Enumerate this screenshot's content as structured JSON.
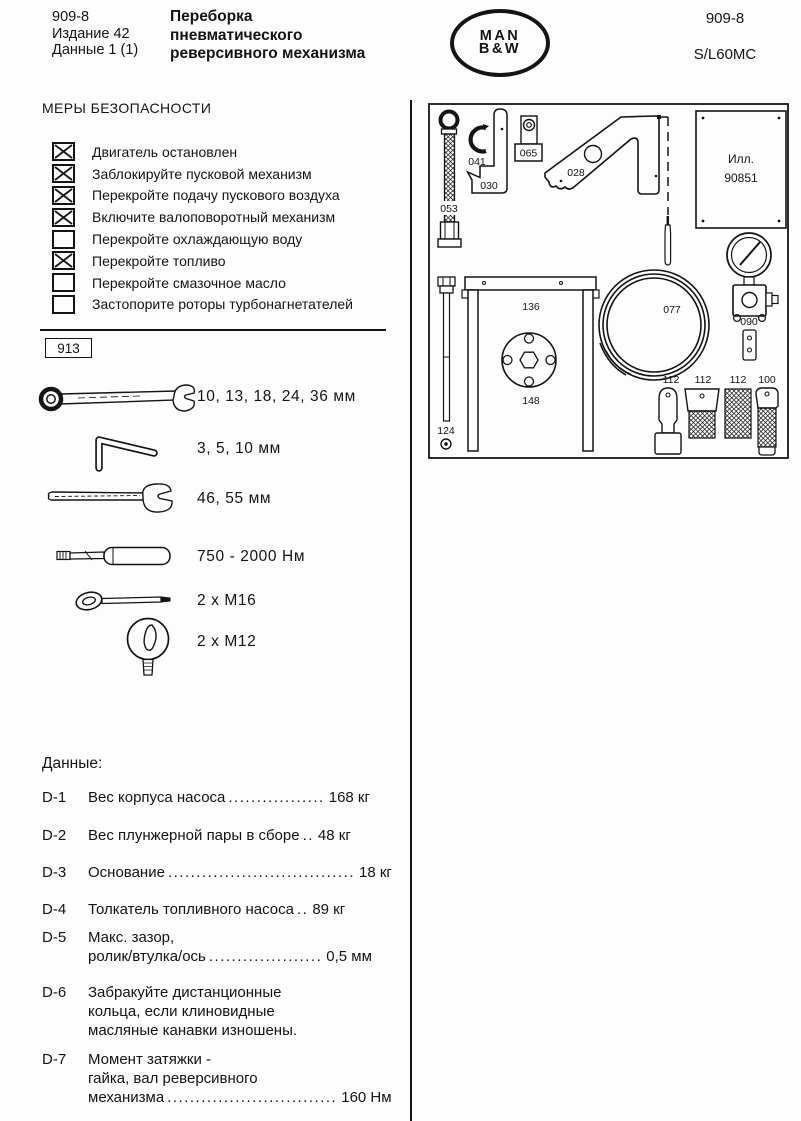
{
  "header": {
    "doc_number": "909-8",
    "edition": "Издание 42",
    "data_ref": "Данные 1 (1)",
    "title_lines": [
      "Переборка",
      "пневматического",
      "реверсивного механизма"
    ],
    "logo": {
      "line1": "MAN",
      "line2": "B&W"
    },
    "right_doc_number": "909-8",
    "engine_type": "S/L60MC"
  },
  "safety": {
    "heading": "МЕРЫ БЕЗОПАСНОСТИ",
    "items": [
      {
        "label": "Двигатель остановлен",
        "checked": true
      },
      {
        "label": "Заблокируйте пусковой механизм",
        "checked": true
      },
      {
        "label": "Перекройте подачу пускового воздуха",
        "checked": true
      },
      {
        "label": "Включите валоповоротный механизм",
        "checked": true
      },
      {
        "label": "Перекройте охлаждающую воду",
        "checked": false
      },
      {
        "label": "Перекройте топливо",
        "checked": true
      },
      {
        "label": "Перекройте смазочное масло",
        "checked": false
      },
      {
        "label": "Застопорите роторы турбонагнетателей",
        "checked": false
      }
    ]
  },
  "tools": {
    "group_code": "913",
    "items": [
      {
        "icon": "combination-wrench-icon",
        "label": "10, 13, 18, 24, 36 мм"
      },
      {
        "icon": "hex-key-icon",
        "label": "3, 5, 10 мм"
      },
      {
        "icon": "open-end-wrench-icon",
        "label": "46, 55 мм"
      },
      {
        "icon": "torque-wrench-icon",
        "label": "750 - 2000 Нм"
      },
      {
        "icon": "eye-bolt-icon",
        "label": "2 x M16"
      },
      {
        "icon": "eye-nut-icon",
        "label": "2 x M12"
      }
    ]
  },
  "data_section": {
    "heading": "Данные:",
    "rows": [
      {
        "id": "D-1",
        "pre_lines": [],
        "label": "Вес корпуса насоса",
        "leader": ".................",
        "value": "168 кг"
      },
      {
        "id": "D-2",
        "pre_lines": [],
        "label": "Вес плунжерной пары в сборе",
        "leader": "..",
        "value": "48 кг"
      },
      {
        "id": "D-3",
        "pre_lines": [],
        "label": "Основание",
        "leader": ".................................",
        "value": "18 кг"
      },
      {
        "id": "D-4",
        "pre_lines": [],
        "label": "Толкатель топливного насоса",
        "leader": "..",
        "value": "89 кг"
      },
      {
        "id": "D-5",
        "pre_lines": [
          "Макс. зазор,"
        ],
        "label": "ролик/втулка/ось",
        "leader": "....................",
        "value": "0,5 мм"
      },
      {
        "id": "D-6",
        "pre_lines": [
          "Забракуйте дистанционные",
          "кольца, если  клиновидные"
        ],
        "label": "масляные канавки изношены.",
        "leader": "",
        "value": ""
      },
      {
        "id": "D-7",
        "pre_lines": [
          "Момент затяжки -",
          "гайка, вал реверсивного"
        ],
        "label": "механизма",
        "leader": "..............................",
        "value": "160 Нм"
      }
    ]
  },
  "panel": {
    "illustration_ref": {
      "line1": "Илл.",
      "line2": "90851"
    },
    "labels": {
      "p053": "053",
      "p041": "041",
      "p030": "030",
      "p065": "065",
      "p028": "028",
      "p136": "136",
      "p148": "148",
      "p124": "124",
      "p077": "077",
      "p090": "090",
      "p112a": "112",
      "p112b": "112",
      "p112c": "112",
      "p100": "100"
    }
  }
}
